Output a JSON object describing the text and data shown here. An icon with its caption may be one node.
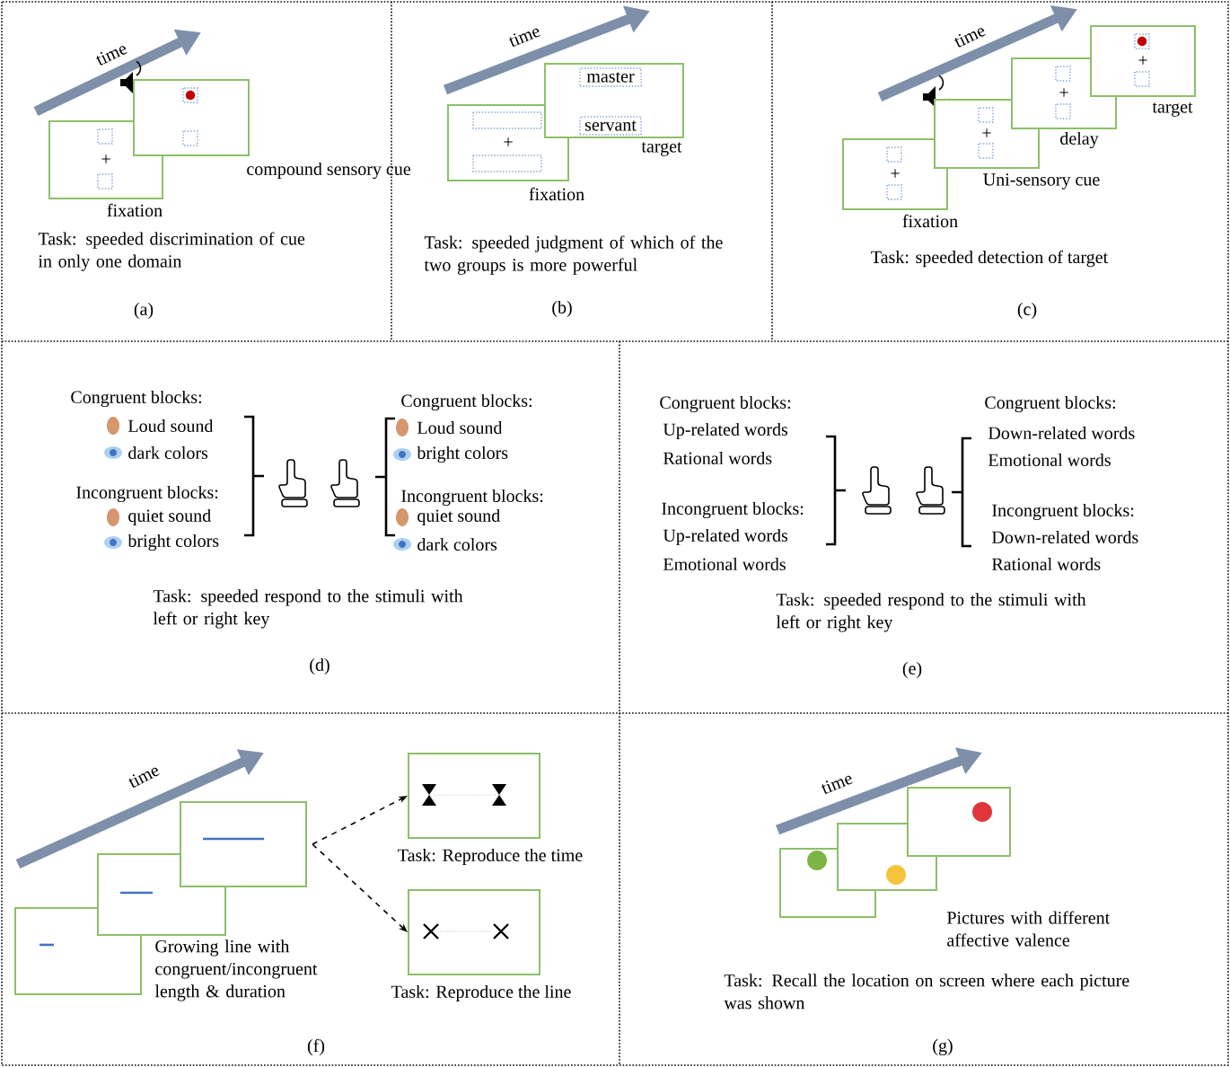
{
  "diagram": {
    "nodes": [
      {
        "text": [
          "+"
        ],
        "beside": [
          "fixation"
        ]
      },
      {
        "text": [],
        "shape": "box",
        "beside": [
          "compound sensory cue"
        ]
      },
      {
        "text": [
          "+"
        ],
        "beside": [
          "fixation"
        ]
      },
      {
        "text": [],
        "shape": "box",
        "beside": [
          "target"
        ]
      },
      {
        "text": [
          "master"
        ],
        "in": 3
      },
      {
        "text": [
          "servant"
        ],
        "in": 3
      },
      {
        "text": [
          "+"
        ],
        "beside": [
          "fixation"
        ]
      },
      {
        "text": [
          "+"
        ],
        "beside": [
          "Uni-sensory cue"
        ]
      },
      {
        "text": [
          "+"
        ],
        "beside": [
          "delay"
        ]
      },
      {
        "text": [
          "+"
        ],
        "beside": [
          "target"
        ]
      },
      {
        "text": [],
        "shape": "box"
      },
      {
        "text": [],
        "shape": "box",
        "beside": [
          "Growing line with congruent/incongruent length & duration"
        ]
      },
      {
        "text": [],
        "shape": "box"
      },
      {
        "text": [],
        "shape": "box",
        "beside": [
          "Task: Reproduce the time"
        ]
      },
      {
        "text": [],
        "shape": "box",
        "beside": [
          "Task: Reproduce the line"
        ]
      },
      {
        "text": [],
        "shape": "box"
      },
      {
        "text": [],
        "shape": "box"
      },
      {
        "text": [],
        "shape": "box"
      }
    ],
    "edges": [
      {
        "from": 12,
        "to": 13,
        "arrow": "to",
        "style": "dashed"
      },
      {
        "from": 12,
        "to": 14,
        "arrow": "to",
        "style": "dashed"
      }
    ],
    "labels": [
      "time",
      "Task: speeded discrimination of cue in only one domain",
      "(a)",
      "time",
      "Task: speeded judgment of which of the two groups is more powerful",
      "(b)",
      "time",
      "Task: speeded detection of target",
      "(c)",
      "Congruent blocks:",
      "Loud sound",
      "dark colors",
      "Incongruent blocks:",
      "quiet sound",
      "bright colors",
      "Congruent blocks:",
      "Loud sound",
      "bright colors",
      "Incongruent blocks:",
      "quiet sound",
      "dark colors",
      "Task: speeded respond to the stimuli with left or right key",
      "(d)",
      "Congruent blocks:",
      "Up-related words",
      "Rational words",
      "Incongruent blocks:",
      "Up-related words",
      "Emotional words",
      "Congruent blocks:",
      "Down-related words",
      "Emotional words",
      "Incongruent blocks:",
      "Down-related words",
      "Rational words",
      "Task: speeded respond to the stimuli with left or right key",
      "(e)",
      "time",
      "(f)",
      "time",
      "Pictures with different affective valence",
      "Task: Recall the location on screen where each picture was shown",
      "(g)"
    ]
  }
}
